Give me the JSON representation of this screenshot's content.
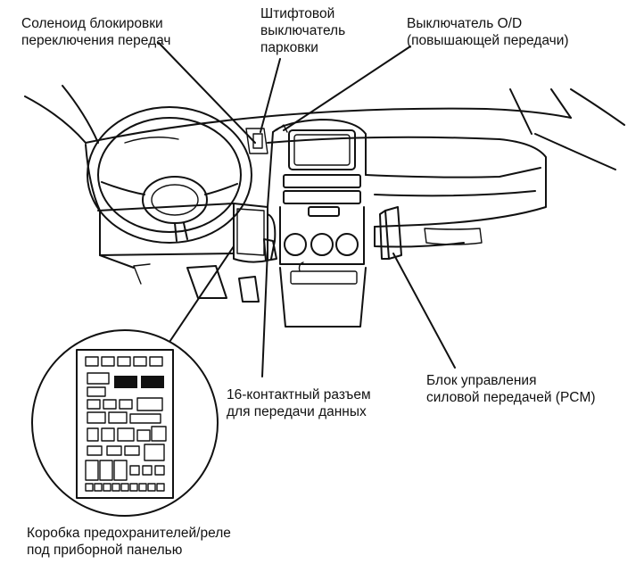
{
  "labels": {
    "solenoid": "Соленоид блокировки\nпереключения передач",
    "park_switch": "Штифтовой\nвыключатель\nпарковки",
    "od_switch": "Выключатель O/D\n(повышающей передачи)",
    "connector": "16-контактный разъем\nдля передачи данных",
    "pcm": "Блок управления\nсиловой передачей (PCM)",
    "fuse_box": "Коробка предохранителей/реле\nпод приборной панелью"
  }
}
